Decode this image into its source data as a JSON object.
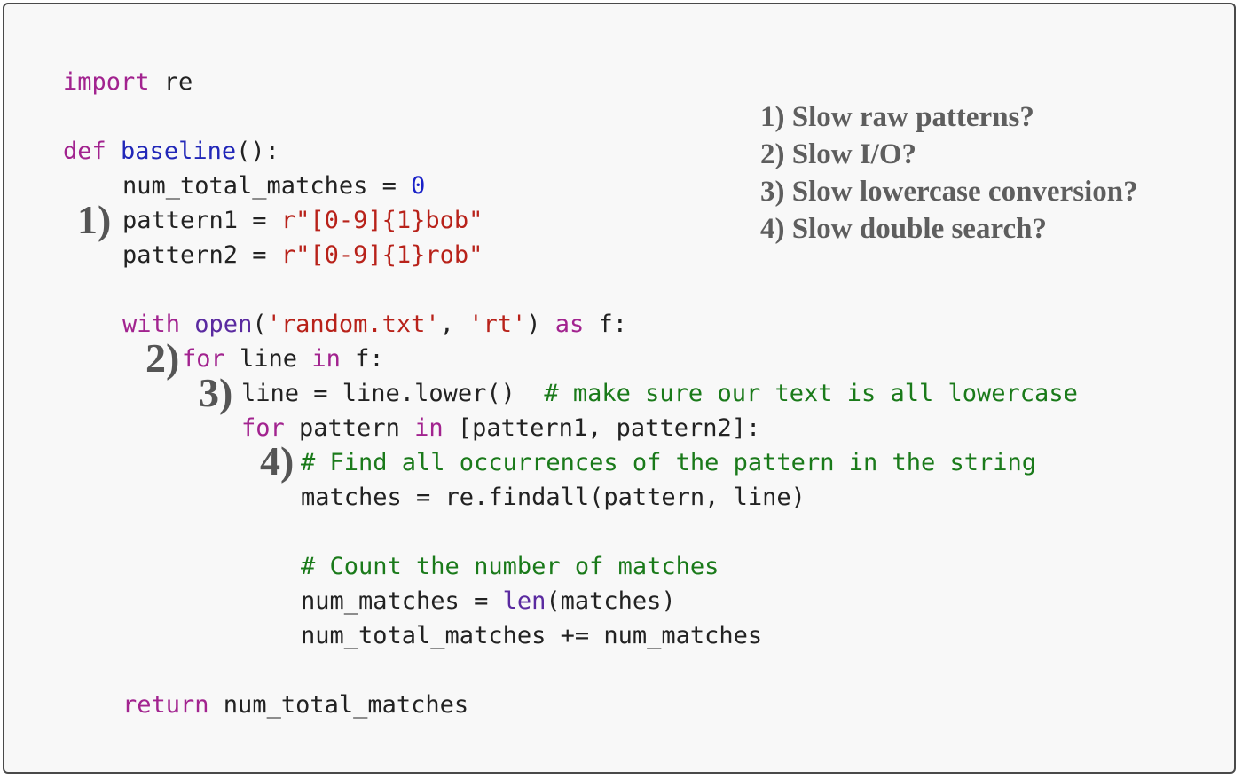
{
  "code": {
    "l1": {
      "kw": "import",
      "rest": " re"
    },
    "l2": {
      "kw": "def",
      "name": "baseline",
      "rest": "():"
    },
    "l3": {
      "var": "num_total_matches = ",
      "num": "0"
    },
    "l4": {
      "var": "pattern1 = ",
      "str": "r\"[0-9]{1}bob\""
    },
    "l5": {
      "var": "pattern2 = ",
      "str": "r\"[0-9]{1}rob\""
    },
    "l6": {
      "kw1": "with",
      "sp1": " ",
      "bi": "open",
      "p1": "(",
      "str1": "'random.txt'",
      "c": ", ",
      "str2": "'rt'",
      "p2": ") ",
      "kw2": "as",
      "rest": " f:"
    },
    "l7": {
      "kw1": "for",
      "mid": " line ",
      "kw2": "in",
      "rest": " f:"
    },
    "l8": {
      "code": "line = line.lower()  ",
      "comment": "# make sure our text is all lowercase"
    },
    "l9": {
      "kw1": "for",
      "mid": " pattern ",
      "kw2": "in",
      "rest": " [pattern1, pattern2]:"
    },
    "l10": {
      "comment": "# Find all occurrences of the pattern in the string"
    },
    "l11": {
      "code": "matches = re.findall(pattern, line)"
    },
    "l12": {
      "comment": "# Count the number of matches"
    },
    "l13": {
      "var": "num_matches = ",
      "bi": "len",
      "rest": "(matches)"
    },
    "l14": {
      "code": "num_total_matches += num_matches"
    },
    "l15": {
      "kw": "return",
      "rest": " num_total_matches"
    }
  },
  "markers": {
    "m1": "1)",
    "m2": "2)",
    "m3": "3)",
    "m4": "4)"
  },
  "questions": [
    "1) Slow raw patterns?",
    "2) Slow I/O?",
    "3) Slow lowercase conversion?",
    "4) Slow double search?"
  ],
  "colors": {
    "keyword": "#a2238f",
    "function_name": "#2127b8",
    "string": "#b8221a",
    "comment": "#1a7a1a",
    "builtin": "#5a2aa0",
    "annotation": "#5e5e5e",
    "border": "#4a4a4a",
    "background": "#f8f8f8"
  }
}
